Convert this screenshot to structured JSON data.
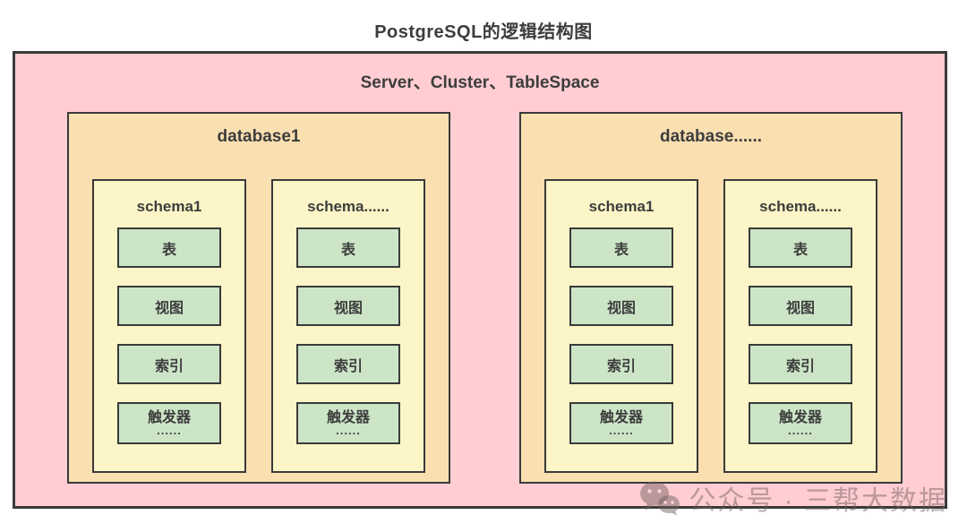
{
  "title": "PostgreSQL的逻辑结构图",
  "server": {
    "label": "Server、Cluster、TableSpace",
    "databases": [
      {
        "name": "database1",
        "schemas": [
          {
            "name": "schema1",
            "items": [
              {
                "label": "表"
              },
              {
                "label": "视图"
              },
              {
                "label": "索引"
              },
              {
                "label": "触发器",
                "sub": "......"
              }
            ]
          },
          {
            "name": "schema......",
            "items": [
              {
                "label": "表"
              },
              {
                "label": "视图"
              },
              {
                "label": "索引"
              },
              {
                "label": "触发器",
                "sub": "......"
              }
            ]
          }
        ]
      },
      {
        "name": "database......",
        "schemas": [
          {
            "name": "schema1",
            "items": [
              {
                "label": "表"
              },
              {
                "label": "视图"
              },
              {
                "label": "索引"
              },
              {
                "label": "触发器",
                "sub": "......"
              }
            ]
          },
          {
            "name": "schema......",
            "items": [
              {
                "label": "表"
              },
              {
                "label": "视图"
              },
              {
                "label": "索引"
              },
              {
                "label": "触发器",
                "sub": "......"
              }
            ]
          }
        ]
      }
    ]
  },
  "watermark": {
    "icon": "wechat-icon",
    "text": "公众号 · 三帮大数据"
  },
  "colors": {
    "outer_bg": "#FFCDD2",
    "database_bg": "#FADFB0",
    "schema_bg": "#FCF5C7",
    "item_bg": "#CCE5C7",
    "border": "#3A3A3A",
    "text": "#3D3D3D"
  }
}
